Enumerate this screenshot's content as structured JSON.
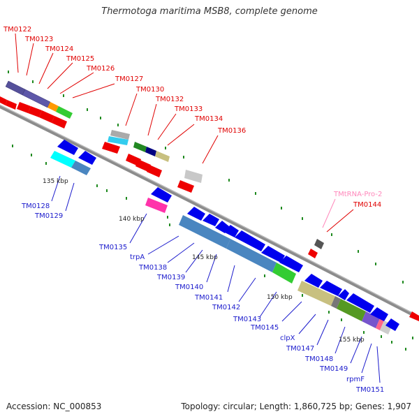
{
  "title": "Thermotoga maritima MSB8, complete genome",
  "footer": {
    "accession": "Accession: NC_000853",
    "summary": "Topology: circular; Length: 1,860,725 bp; Genes: 1,907"
  },
  "colors": {
    "backbone": "#8c8c8c",
    "red_label": "#e00000",
    "blue_label": "#1a1acc",
    "trna_label": "#ff88bb",
    "ticks": "#1f8a1f"
  },
  "scale_labels": [
    "135 kbp",
    "140 kbp",
    "145 kbp",
    "150 kbp",
    "155 kbp"
  ],
  "gene_labels": {
    "top": [
      "TM0122",
      "TM0123",
      "TM0124",
      "TM0125",
      "TM0126",
      "TM0127",
      "TM0130",
      "TM0132",
      "TM0133",
      "TM0134",
      "TM0136",
      "TMtRNA-Pro-2",
      "TM0144"
    ],
    "bottom": [
      "TM0128",
      "TM0129",
      "TM0135",
      "trpA",
      "TM0138",
      "TM0139",
      "TM0140",
      "TM0141",
      "TM0142",
      "TM0143",
      "TM0145",
      "clpX",
      "TM0147",
      "TM0148",
      "TM0149",
      "rpmF",
      "TM0151"
    ]
  }
}
